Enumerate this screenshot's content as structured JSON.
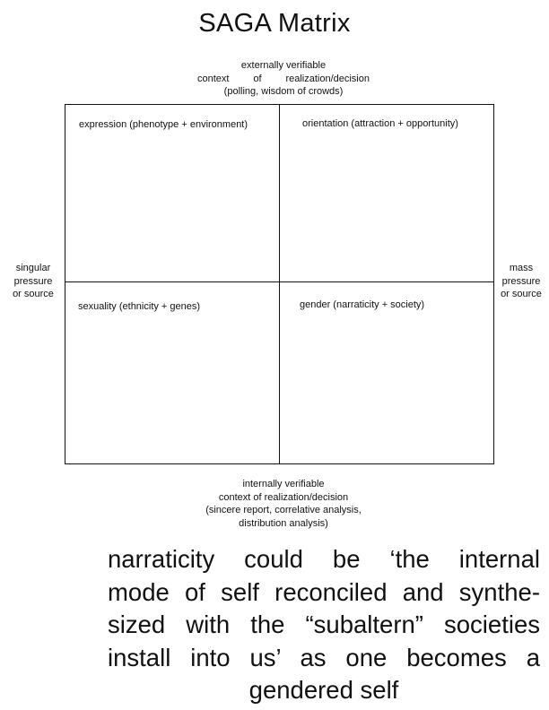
{
  "title": "SAGA Matrix",
  "axes": {
    "top": {
      "line1": "externally verifiable",
      "line2_words": [
        "context",
        "of",
        "realization/decision"
      ],
      "line3": "(polling, wisdom of crowds)"
    },
    "bottom": {
      "line1": "internally verifiable",
      "line2": "context of realization/decision",
      "line3": "(sincere report, correlative analysis,",
      "line4": "distribution analysis)"
    },
    "left": [
      "singular",
      "pressure",
      "or source"
    ],
    "right": [
      "mass",
      "pressure",
      "or source"
    ]
  },
  "quadrants": {
    "top_left": "expression (phenotype + environment)",
    "top_right": "orientation (attraction + opportunity)",
    "bottom_left": "sexuality (ethnicity + genes)",
    "bottom_right": "gender (narraticity + society)"
  },
  "caption": {
    "lines": [
      "narraticity could be ‘the internal",
      "mode of self reconciled and synthe-",
      "sized with the “subaltern” societies",
      "install into us’ as one becomes a",
      "gendered self"
    ]
  }
}
